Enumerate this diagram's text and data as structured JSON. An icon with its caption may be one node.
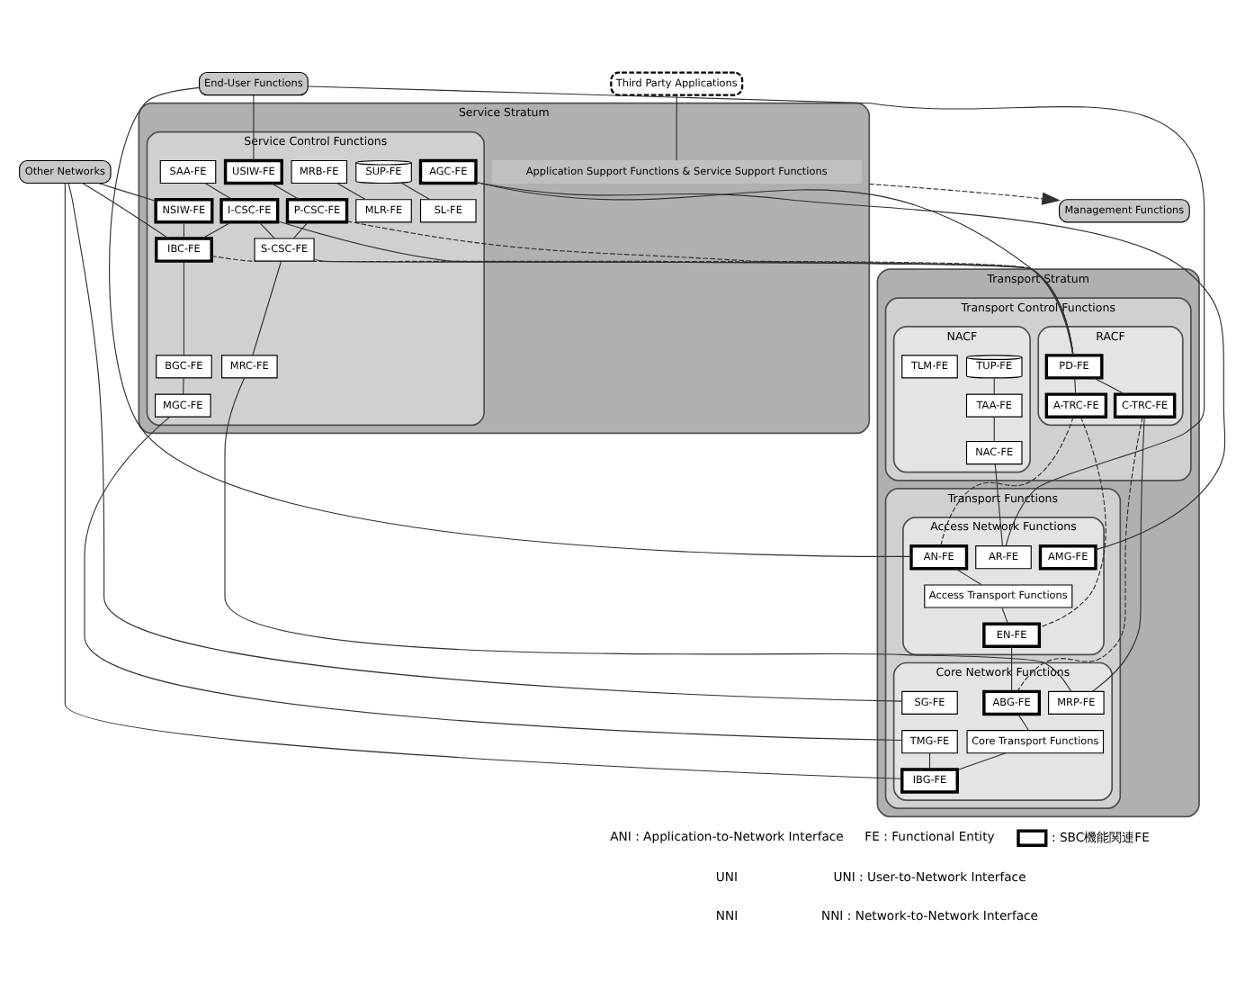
{
  "diagram": {
    "nodes": [
      {
        "text": [
          "Third Party Applications"
        ]
      },
      {
        "text": [
          "Management Functions"
        ]
      },
      {
        "text": [
          "End-User Functions"
        ]
      },
      {
        "text": [
          "Other Networks"
        ]
      },
      {
        "text": [
          "Service Stratum"
        ]
      },
      {
        "text": [
          "Application Support Functions & Service Support Functions"
        ],
        "in": 4
      },
      {
        "text": [
          "Service Control Functions"
        ],
        "in": 4
      },
      {
        "text": [
          "SUP-FE"
        ],
        "in": 6
      },
      {
        "text": [
          "SL-FE"
        ],
        "in": 6
      },
      {
        "text": [
          "MRB-FE"
        ],
        "in": 6
      },
      {
        "text": [
          "MLR-FE"
        ],
        "in": 6
      },
      {
        "text": [
          "SAA-FE"
        ],
        "in": 6
      },
      {
        "text": [
          "I-CSC-FE"
        ],
        "in": 6
      },
      {
        "text": [
          "S-CSC-FE"
        ],
        "in": 6
      },
      {
        "text": [
          "P-CSC-FE"
        ],
        "in": 6
      },
      {
        "text": [
          "USIW-FE"
        ],
        "in": 6
      },
      {
        "text": [
          "AGC-FE"
        ],
        "in": 6
      },
      {
        "text": [
          "NSIW-FE"
        ],
        "in": 6
      },
      {
        "text": [
          "IBC-FE"
        ],
        "in": 6
      },
      {
        "text": [
          "BGC-FE"
        ],
        "in": 6
      },
      {
        "text": [
          "MRC-FE"
        ],
        "in": 6
      },
      {
        "text": [
          "MGC-FE"
        ],
        "in": 6
      },
      {
        "text": [
          "Transport Stratum"
        ]
      },
      {
        "text": [
          "Transport Control Functions"
        ],
        "in": 22
      },
      {
        "text": [
          "NACF"
        ],
        "in": 23
      },
      {
        "text": [
          "TUP-FE"
        ],
        "in": 24
      },
      {
        "text": [
          "TAA-FE"
        ],
        "in": 24
      },
      {
        "text": [
          "TLM-FE"
        ],
        "in": 24
      },
      {
        "text": [
          "NAC-FE"
        ],
        "in": 24
      },
      {
        "text": [
          "RACF"
        ],
        "in": 23
      },
      {
        "text": [
          "PD-FE"
        ],
        "in": 29
      },
      {
        "text": [
          "A-TRC-FE"
        ],
        "in": 29
      },
      {
        "text": [
          "C-TRC-FE"
        ],
        "in": 29
      },
      {
        "text": [
          "Transport Functions"
        ],
        "in": 22
      },
      {
        "text": [
          "Access Network Functions"
        ],
        "in": 33
      },
      {
        "text": [
          "AR-FE"
        ],
        "in": 34
      },
      {
        "text": [
          "AMG-FE"
        ],
        "in": 34
      },
      {
        "text": [
          "AN-FE"
        ],
        "in": 34
      },
      {
        "text": [
          "Access Transport Functions"
        ],
        "in": 34
      },
      {
        "text": [
          "EN-FE"
        ],
        "in": 34
      },
      {
        "text": [
          "Core Network Functions"
        ],
        "in": 33
      },
      {
        "text": [
          "ABG-FE"
        ],
        "in": 40
      },
      {
        "text": [
          "MRP-FE"
        ],
        "in": 40
      },
      {
        "text": [
          "Core Transport Functions"
        ],
        "in": 40
      },
      {
        "text": [
          "SG-FE"
        ],
        "in": 40
      },
      {
        "text": [
          "TMG-FE"
        ],
        "in": 40
      },
      {
        "text": [
          "IBG-FE"
        ],
        "in": 40
      }
    ],
    "edges": [
      {
        "from": 0,
        "to": 5,
        "arrow": "none"
      },
      {
        "from": 4,
        "to": 1,
        "arrow": "to",
        "style": "dashed"
      },
      {
        "from": 2,
        "to": 15,
        "arrow": "none"
      },
      {
        "from": 2,
        "to": 35,
        "arrow": "none"
      },
      {
        "from": 2,
        "to": 37,
        "arrow": "none"
      },
      {
        "from": 3,
        "to": 17,
        "arrow": "none"
      },
      {
        "from": 3,
        "to": 18,
        "arrow": "none"
      },
      {
        "from": 3,
        "to": 44,
        "arrow": "none"
      },
      {
        "from": 3,
        "to": 46,
        "arrow": "none"
      },
      {
        "from": 7,
        "to": 8,
        "arrow": "none"
      },
      {
        "from": 9,
        "to": 10,
        "arrow": "none"
      },
      {
        "from": 11,
        "to": 12,
        "arrow": "none"
      },
      {
        "from": 12,
        "to": 18,
        "arrow": "none"
      },
      {
        "from": 12,
        "to": 13,
        "arrow": "none"
      },
      {
        "from": 14,
        "to": 13,
        "arrow": "none"
      },
      {
        "from": 15,
        "to": 14,
        "arrow": "none"
      },
      {
        "from": 17,
        "to": 18,
        "arrow": "none"
      },
      {
        "from": 18,
        "to": 19,
        "arrow": "none"
      },
      {
        "from": 13,
        "to": 20,
        "arrow": "none"
      },
      {
        "from": 19,
        "to": 21,
        "arrow": "none"
      },
      {
        "from": 14,
        "to": 30,
        "arrow": "none",
        "style": "dashed"
      },
      {
        "from": 13,
        "to": 30,
        "arrow": "none"
      },
      {
        "from": 12,
        "to": 30,
        "arrow": "none"
      },
      {
        "from": 18,
        "to": 30,
        "arrow": "none",
        "style": "dashed"
      },
      {
        "from": 16,
        "to": 30,
        "arrow": "none"
      },
      {
        "from": 30,
        "to": 31,
        "arrow": "none"
      },
      {
        "from": 30,
        "to": 32,
        "arrow": "none"
      },
      {
        "from": 25,
        "to": 26,
        "arrow": "none"
      },
      {
        "from": 26,
        "to": 28,
        "arrow": "none"
      },
      {
        "from": 28,
        "to": 35,
        "arrow": "none"
      },
      {
        "from": 31,
        "to": 37,
        "arrow": "none",
        "style": "dashed"
      },
      {
        "from": 31,
        "to": 39,
        "arrow": "none",
        "style": "dashed"
      },
      {
        "from": 32,
        "to": 41,
        "arrow": "none",
        "style": "dashed"
      },
      {
        "from": 32,
        "to": 42,
        "arrow": "none"
      },
      {
        "from": 20,
        "to": 42,
        "arrow": "none"
      },
      {
        "from": 21,
        "to": 45,
        "arrow": "none"
      },
      {
        "from": 16,
        "to": 36,
        "arrow": "none"
      },
      {
        "from": 37,
        "to": 38,
        "arrow": "none"
      },
      {
        "from": 38,
        "to": 39,
        "arrow": "none"
      },
      {
        "from": 39,
        "to": 41,
        "arrow": "none"
      },
      {
        "from": 41,
        "to": 43,
        "arrow": "none"
      },
      {
        "from": 43,
        "to": 46,
        "arrow": "none"
      },
      {
        "from": 45,
        "to": 46,
        "arrow": "none"
      }
    ],
    "labels": [
      "ANI : Application-to-Network Interface",
      "UNI",
      "NNI",
      "FE : Functional Entity",
      "UNI : User-to-Network Interface",
      "NNI : Network-to-Network Interface"
    ],
    "legend": [
      {
        "text": ": SBC機能関連FE"
      }
    ]
  }
}
